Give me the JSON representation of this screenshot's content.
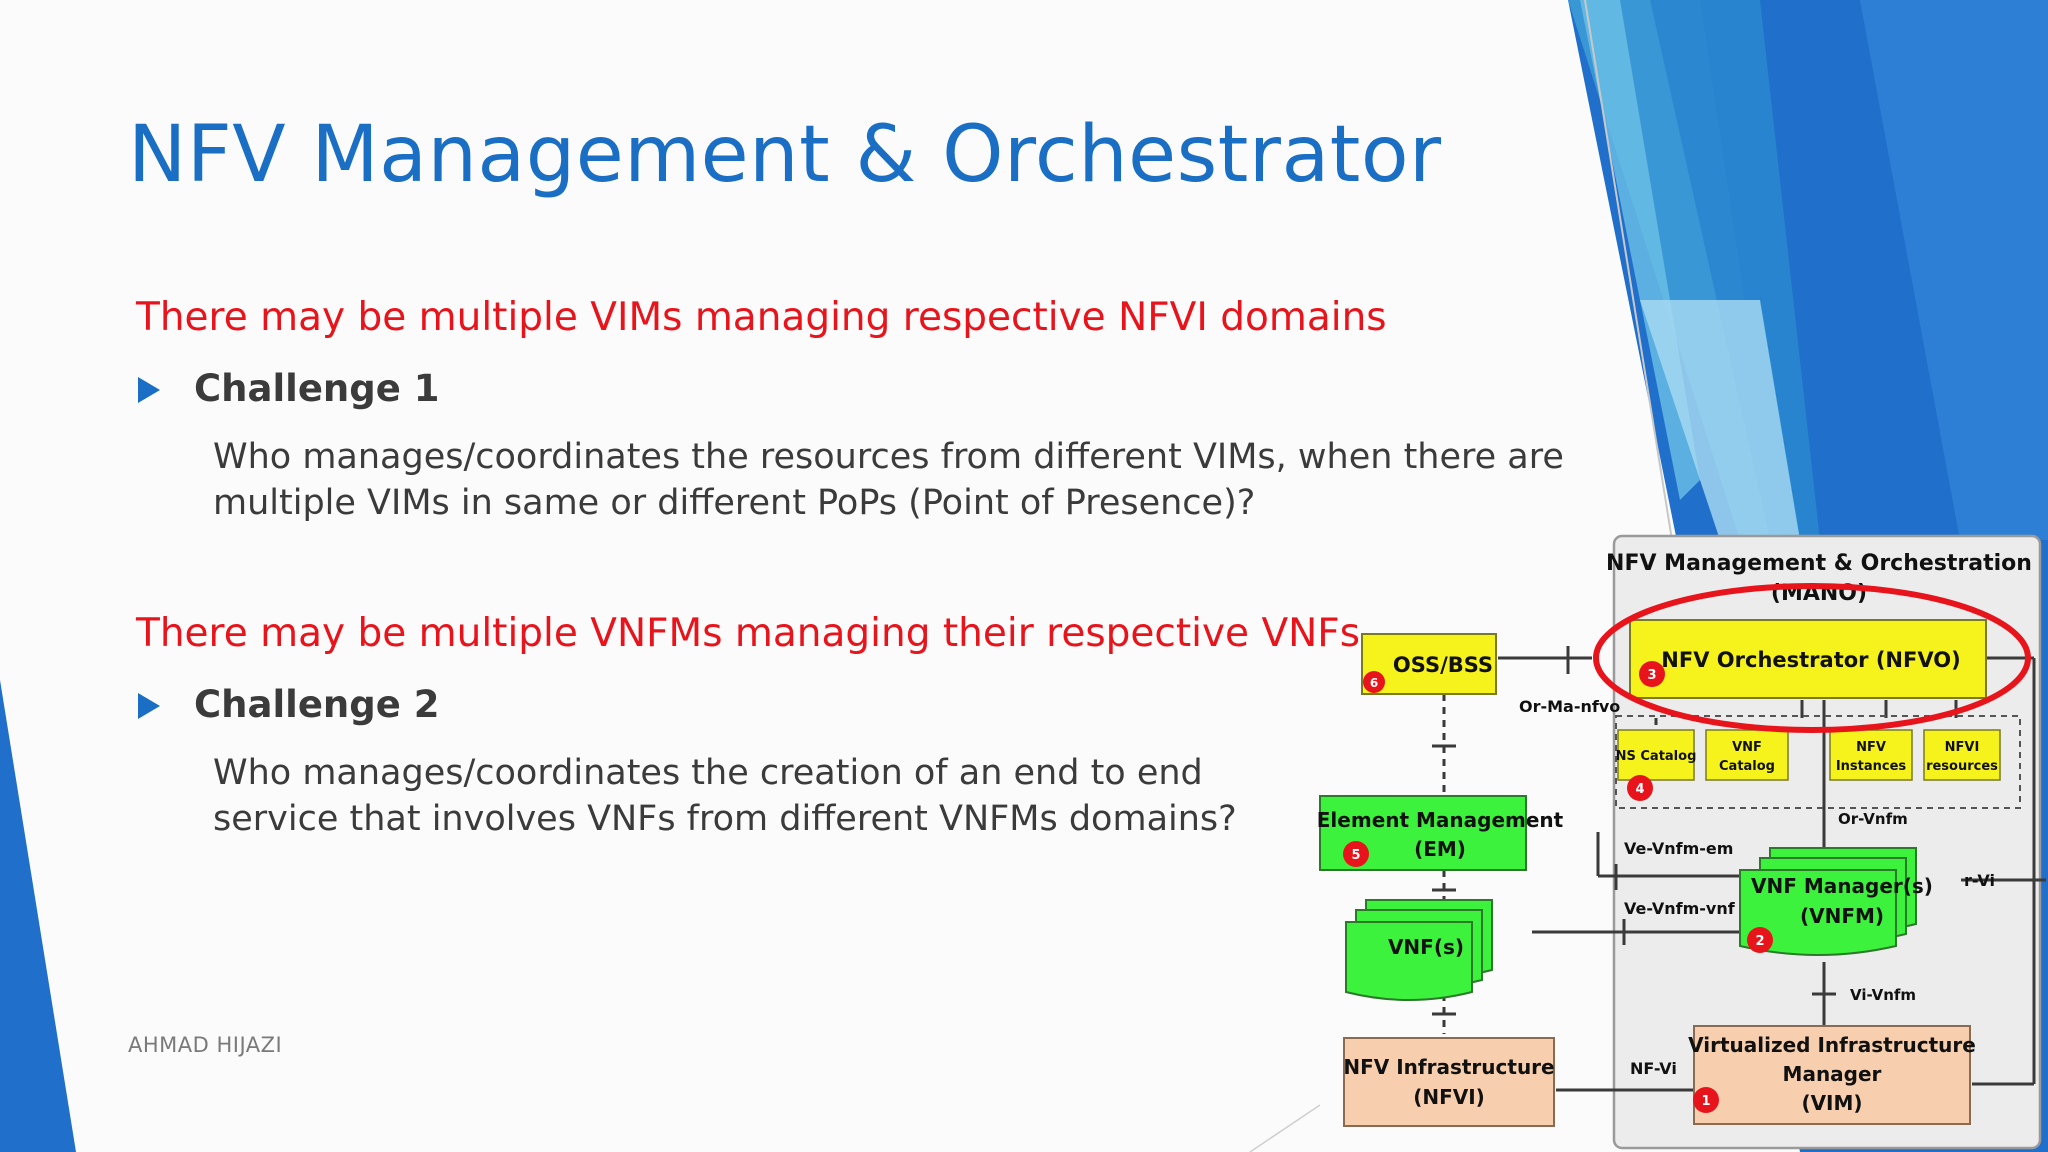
{
  "slide": {
    "title": "NFV Management & Orchestrator",
    "point1": "There may be multiple VIMs managing respective NFVI domains",
    "challenge1": {
      "label": "Challenge 1",
      "line1": "Who manages/coordinates the resources from different VIMs, when there are",
      "line2": "multiple VIMs in same or different PoPs (Point of Presence)?"
    },
    "point2": "There may be multiple VNFMs managing their respective VNFs",
    "challenge2": {
      "label": "Challenge 2",
      "line1": "Who manages/coordinates the creation of an end to end",
      "line2": "service that involves VNFs from different VNFMs domains?"
    },
    "footer": "AHMAD HIJAZI"
  },
  "diagram": {
    "mano_title_1": "NFV Management & Orchestration",
    "mano_title_2": "(MANO)",
    "oss": "OSS/BSS",
    "nfvo": "NFV Orchestrator (NFVO)",
    "ns_catalog": "NS Catalog",
    "vnf_catalog_1": "VNF",
    "vnf_catalog_2": "Catalog",
    "nfv_instances_1": "NFV",
    "nfv_instances_2": "Instances",
    "nfvi_resources_1": "NFVI",
    "nfvi_resources_2": "resources",
    "em_1": "Element Management",
    "em_2": "(EM)",
    "vnfm_1": "VNF Manager(s)",
    "vnfm_2": "(VNFM)",
    "vnfs": "VNF(s)",
    "nfvi_1": "NFV Infrastructure",
    "nfvi_2": "(NFVI)",
    "vim_1": "Virtualized Infrastructure",
    "vim_2": "Manager",
    "vim_3": "(VIM)",
    "ref_or_ma_nfvo": "Or-Ma-nfvo",
    "ref_or_vnfm": "Or-Vnfm",
    "ref_ve_vnfm_em": "Ve-Vnfm-em",
    "ref_ve_vnfm_vnf": "Ve-Vnfm-vnf",
    "ref_vi_vnfm": "Vi-Vnfm",
    "ref_nf_vi": "NF-Vi",
    "ref_or_vi": "r-Vi",
    "badges": [
      "1",
      "2",
      "3",
      "4",
      "5",
      "6"
    ]
  },
  "colors": {
    "title_blue": "#1a6fc4",
    "highlight_red": "#e8141c",
    "yellow_box": "#f6f31c",
    "green_box": "#3cf23c",
    "peach_box": "#f7cfae"
  }
}
